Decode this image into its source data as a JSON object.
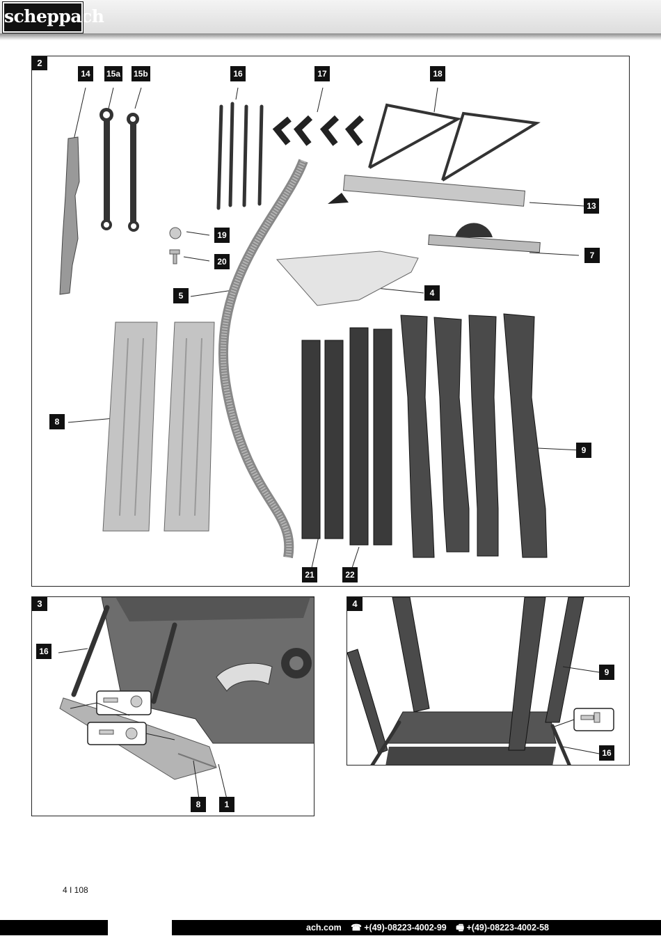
{
  "header": {
    "brand": "scheppach"
  },
  "figure2": {
    "number": "2",
    "labels": [
      "14",
      "15a",
      "15b",
      "16",
      "17",
      "18",
      "13",
      "19",
      "20",
      "7",
      "5",
      "4",
      "8",
      "9",
      "21",
      "22"
    ]
  },
  "figure3": {
    "number": "3",
    "labels": [
      "16",
      "8",
      "1"
    ]
  },
  "figure4": {
    "number": "4",
    "labels": [
      "9",
      "16"
    ]
  },
  "page": {
    "number": "4 I 108"
  },
  "footer": {
    "web": "ach.com",
    "phone": "☎ +(49)-08223-4002-99",
    "fax": "🖷 +(49)-08223-4002-58"
  }
}
